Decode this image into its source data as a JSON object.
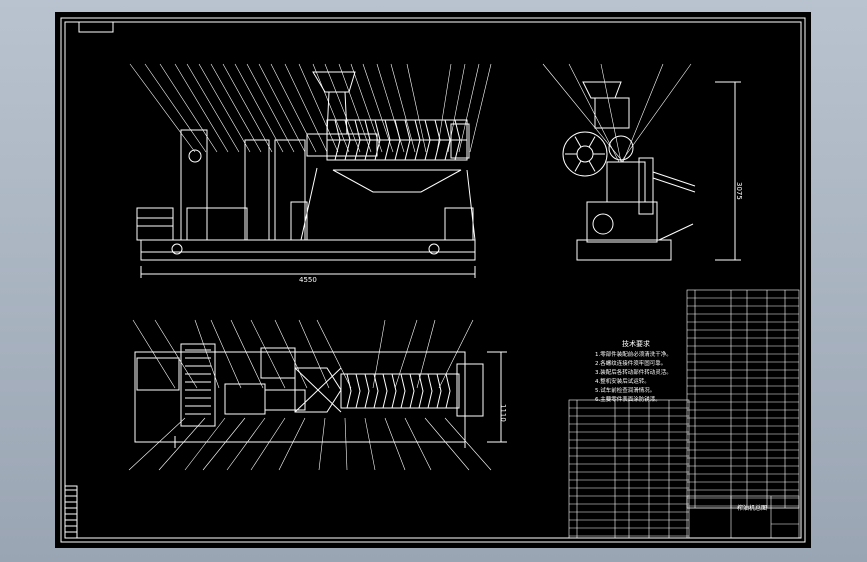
{
  "drawing": {
    "colors": {
      "viewport_bg": "#aab4c1",
      "sheet_bg": "#000000",
      "line": "#ffffff"
    },
    "dimensions": {
      "front_length": "4550",
      "side_height": "3075",
      "plan_width": "1110"
    },
    "notes": {
      "title": "技术要求",
      "lines": [
        "1.零部件装配前必须清洗干净。",
        "2.各螺纹连接件须牢固可靠。",
        "3.装配后各转动部件转动灵活。",
        "4.整机安装后试运转。",
        "5.试车前检查润滑情况。",
        "6.主要零件表面涂防锈漆。"
      ]
    },
    "title_block": {
      "drawing_name": "榨油机总图"
    }
  }
}
